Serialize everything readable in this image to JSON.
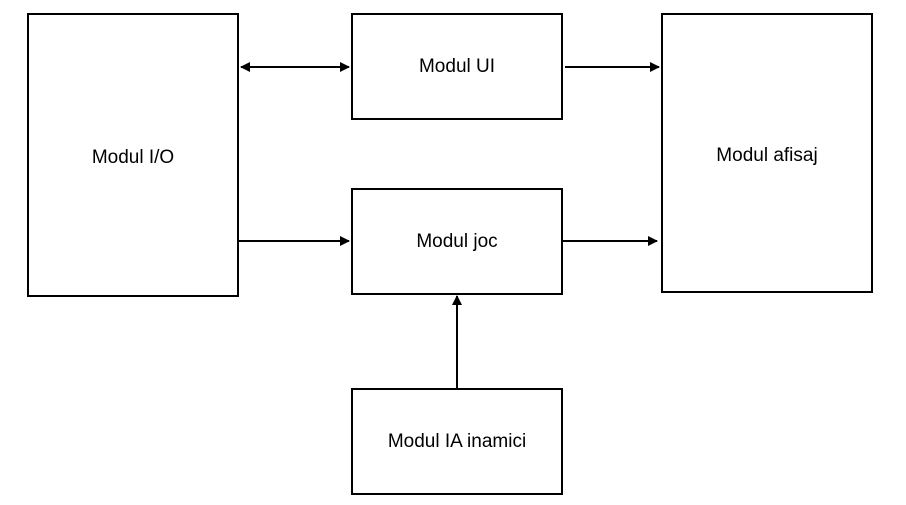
{
  "diagram": {
    "modules": {
      "io": "Modul I/O",
      "ui": "Modul UI",
      "joc": "Modul joc",
      "afisaj": "Modul afisaj",
      "ia": "Modul IA inamici"
    },
    "colors": {
      "stroke": "#000000",
      "background": "#ffffff"
    }
  }
}
